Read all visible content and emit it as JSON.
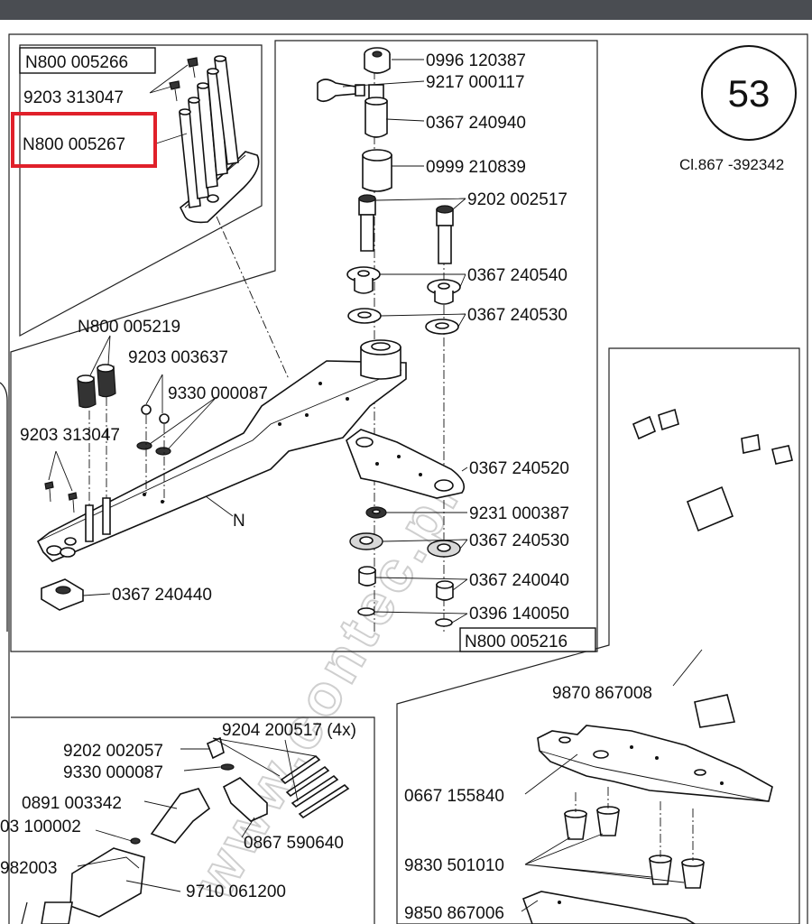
{
  "page_number": "53",
  "catalog_ref": "Cl.867 -392342",
  "watermark": "www.contec.pl",
  "assembly_labels": {
    "top_left_kit": "N800 005266",
    "highlighted_pins": "N800 005267",
    "main_assembly": "N800 005216"
  },
  "highlight_color": "#e0202a",
  "part_labels": {
    "p_0996_120387": "0996 120387",
    "p_9217_000117": "9217 000117",
    "p_0367_240940": "0367 240940",
    "p_0999_210839": "0999 210839",
    "p_9202_002517": "9202 002517",
    "p_0367_240540": "0367 240540",
    "p_0367_240530_a": "0367 240530",
    "p_0367_240520": "0367 240520",
    "p_9231_000387": "9231 000387",
    "p_0367_240530_b": "0367 240530",
    "p_0367_240040": "0367 240040",
    "p_0396_140050": "0396 140050",
    "p_9203_313047_a": "9203 313047",
    "p_N800_005219": "N800 005219",
    "p_9203_003637": "9203 003637",
    "p_9330_000087_a": "9330 000087",
    "p_9203_313047_b": "9203 313047",
    "p_N": "N",
    "p_0367_240440": "0367 240440",
    "p_9870_867008": "9870 867008",
    "p_9204_200517": "9204 200517 (4x)",
    "p_9202_002057": "9202 002057",
    "p_9330_000087_b": "9330 000087",
    "p_0891_003342": "0891 003342",
    "p_03_100002": "03 100002",
    "p_0867_590640": "0867 590640",
    "p_982003": "982003",
    "p_9710_061200": "9710 061200",
    "p_0667_155840": "0667 155840",
    "p_9830_501010": "9830 501010",
    "p_9850_867006": "9850 867006"
  }
}
